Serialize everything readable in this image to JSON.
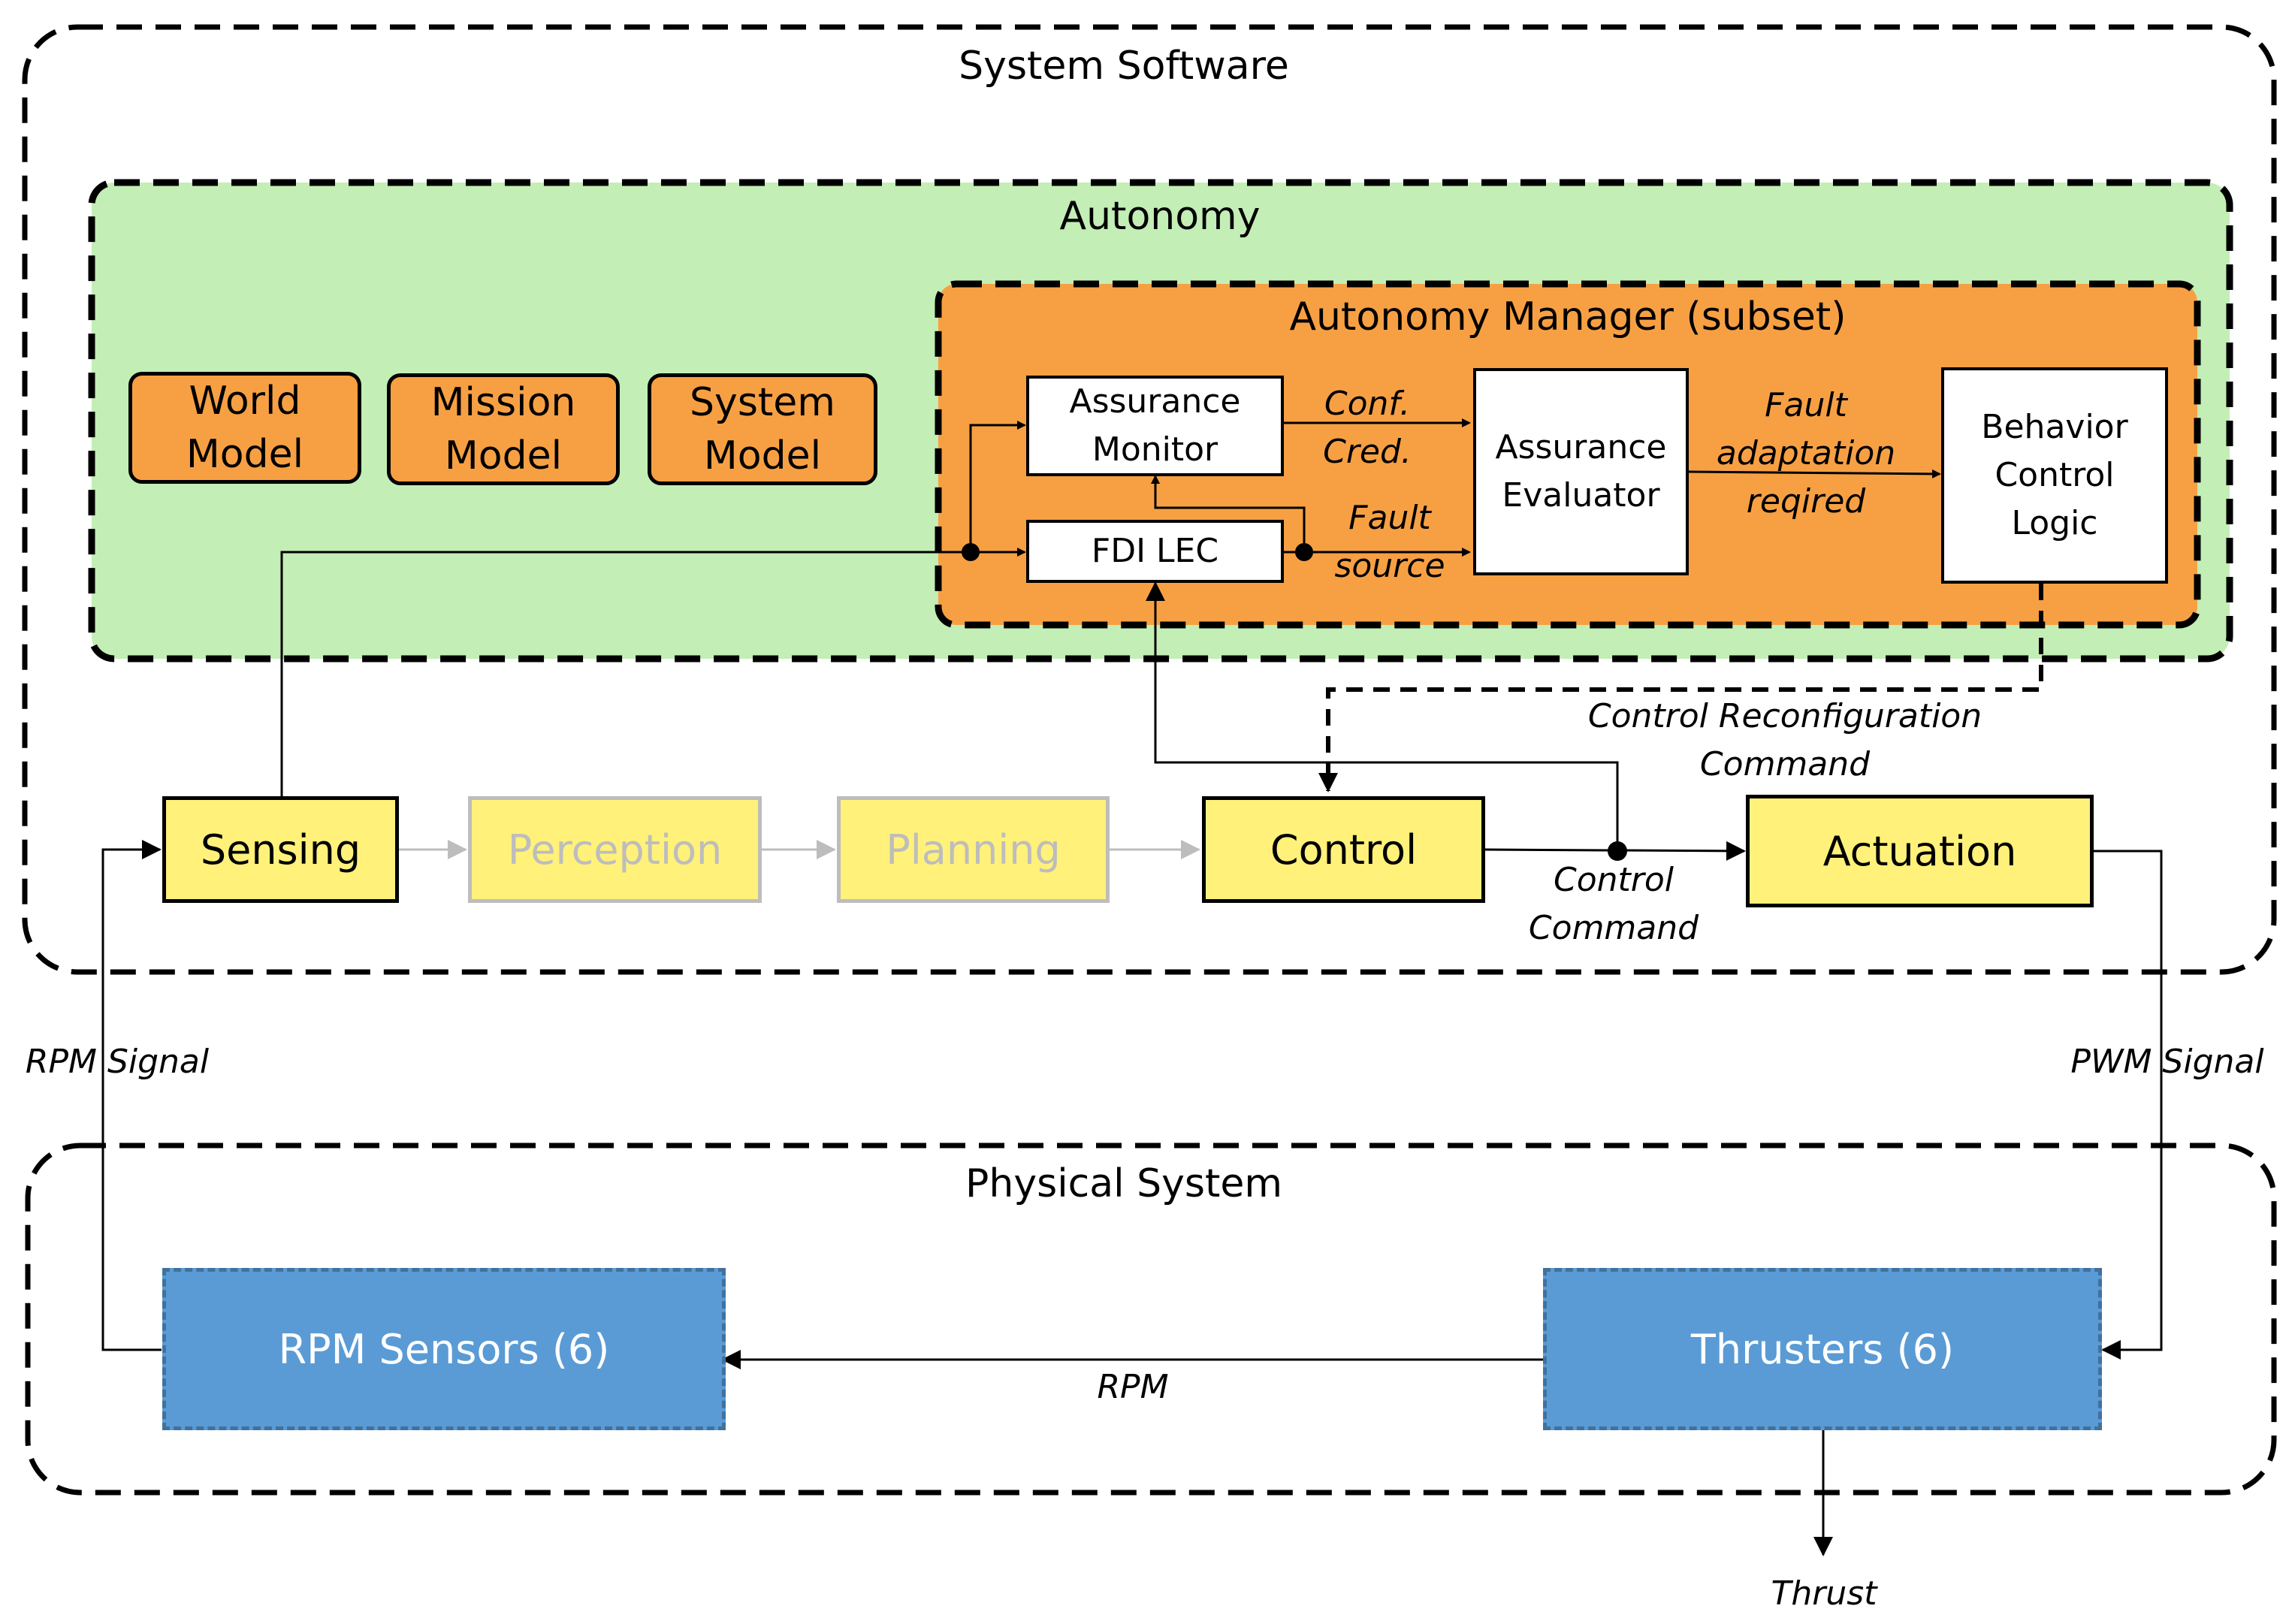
{
  "containers": {
    "system_software": "System Software",
    "autonomy": "Autonomy",
    "autonomy_manager": "Autonomy Manager (subset)",
    "physical_system": "Physical System"
  },
  "models": {
    "world": [
      "World",
      "Model"
    ],
    "mission": [
      "Mission",
      "Model"
    ],
    "system": [
      "System",
      "Model"
    ]
  },
  "manager_blocks": {
    "assurance_monitor": [
      "Assurance",
      "Monitor"
    ],
    "fdi_lec": "FDI LEC",
    "assurance_evaluator": [
      "Assurance",
      "Evaluator"
    ],
    "behavior_control_logic": [
      "Behavior",
      "Control",
      "Logic"
    ]
  },
  "pipeline": {
    "sensing": "Sensing",
    "perception": "Perception",
    "planning": "Planning",
    "control": "Control",
    "actuation": "Actuation"
  },
  "physical": {
    "rpm_sensors": "RPM Sensors (6)",
    "thrusters": "Thrusters (6)"
  },
  "signal_labels": {
    "conf_cred": [
      "Conf.",
      "Cred."
    ],
    "fault_source": [
      "Fault",
      "source"
    ],
    "fault_adaptation": [
      "Fault",
      "adaptation",
      "reqired"
    ],
    "control_reconfiguration": [
      "Control Reconfiguration",
      "Command"
    ],
    "control_command": [
      "Control",
      "Command"
    ],
    "rpm_signal": "RPM Signal",
    "pwm_signal": "PWM Signal",
    "rpm": "RPM",
    "thrust": "Thrust"
  },
  "colors": {
    "autonomy_fill": "#c3eeb6",
    "manager_fill": "#f7a043",
    "pipeline_fill": "#fff17a",
    "physical_fill": "#5a9bd5",
    "faded": "#bdbdbd"
  }
}
